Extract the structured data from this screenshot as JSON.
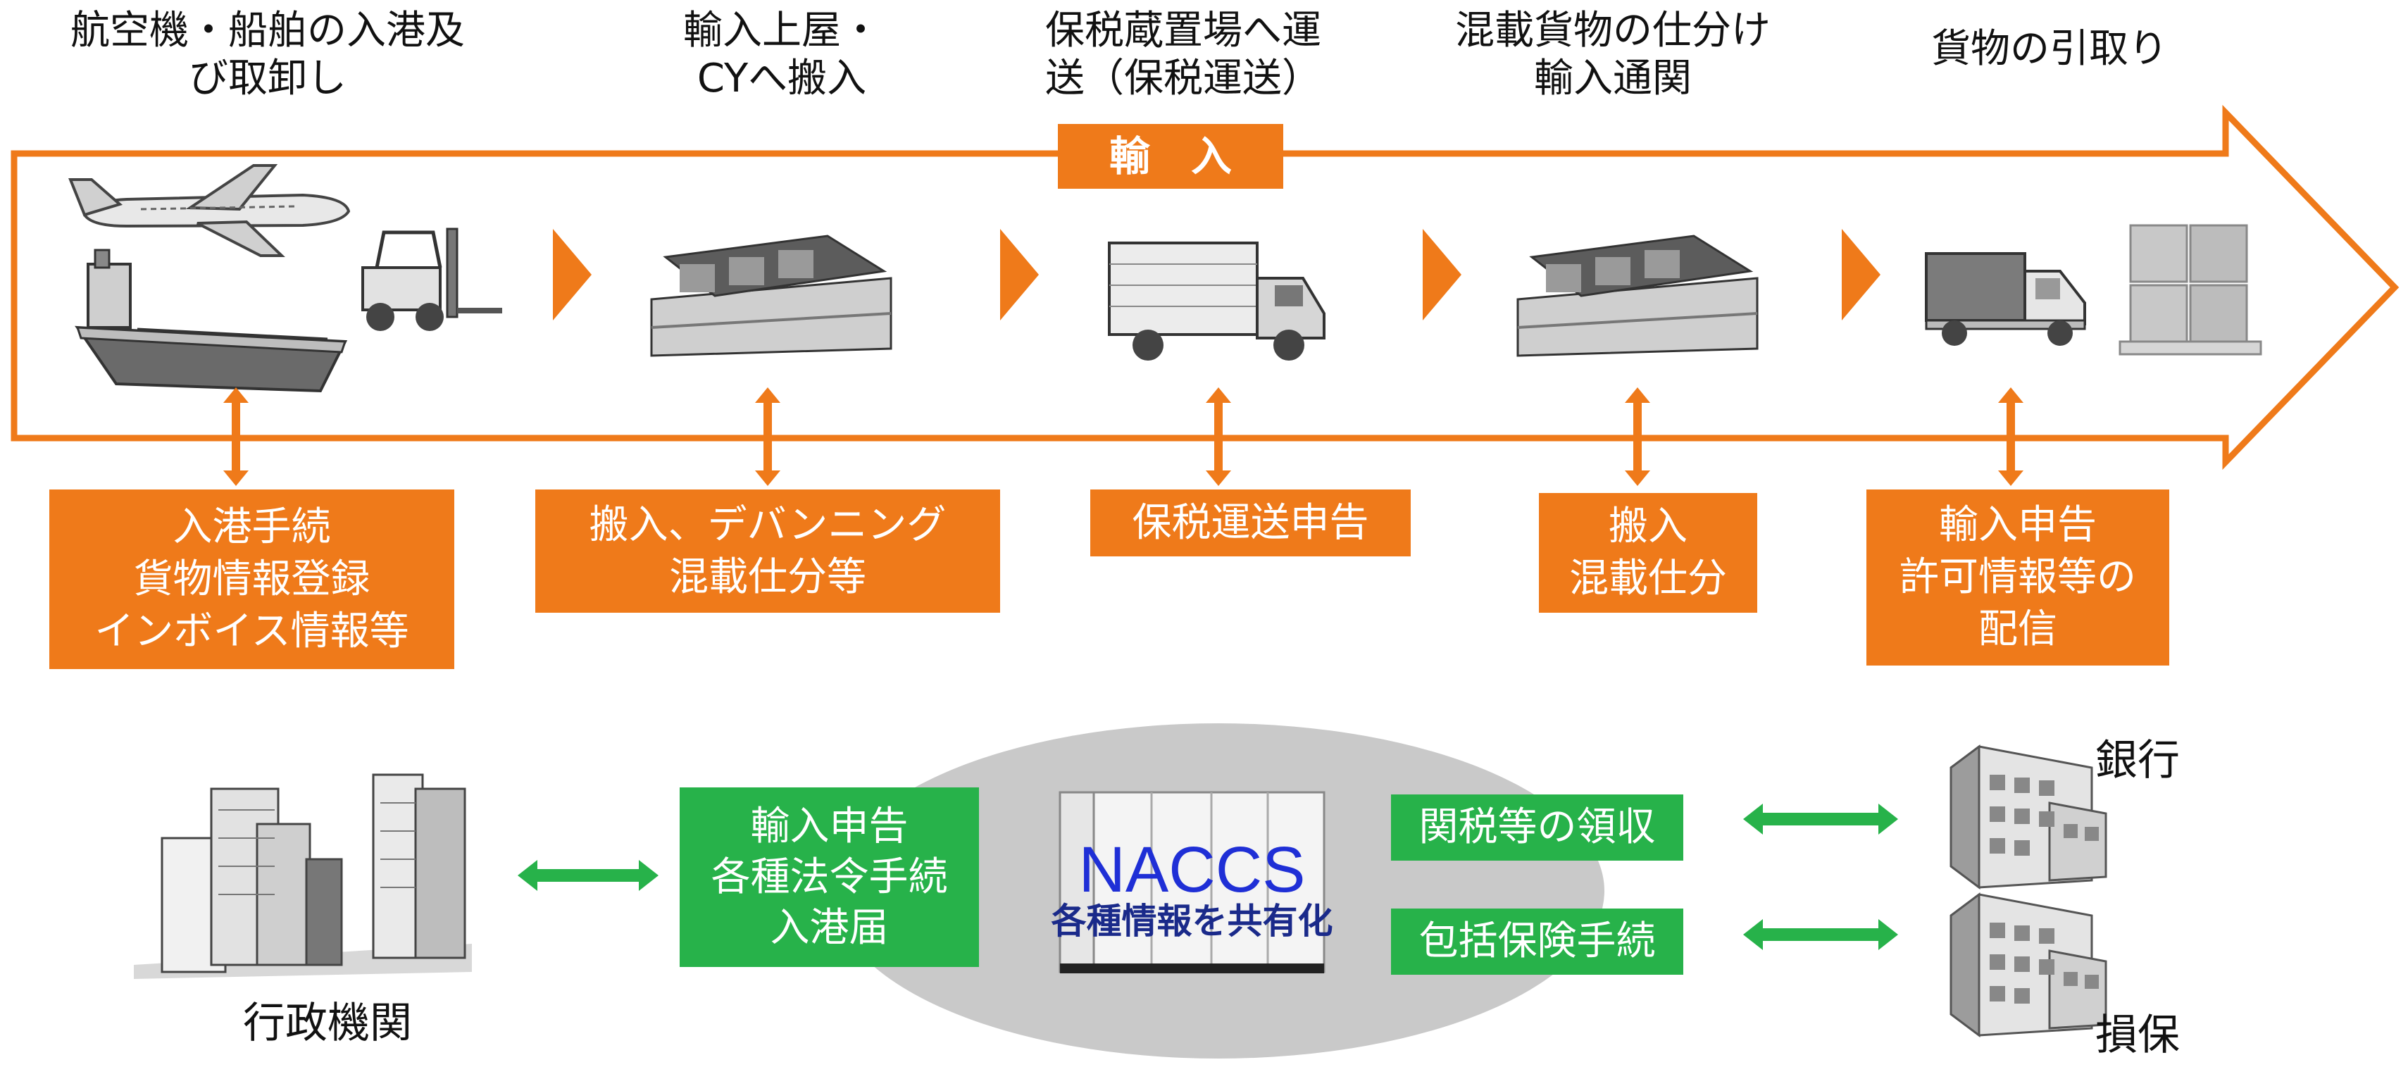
{
  "stages": [
    {
      "title_l1": "航空機・船舶の入港及",
      "title_l2": "び取卸し",
      "box_lines": [
        "入港手続",
        "貨物情報登録",
        "インボイス情報等"
      ]
    },
    {
      "title_l1": "輸入上屋・",
      "title_l2": "CYへ搬入",
      "box_lines": [
        "搬入、デバンニング",
        "混載仕分等"
      ]
    },
    {
      "title_l1": "保税蔵置場へ運",
      "title_l2": "送（保税運送）",
      "box_lines": [
        "保税運送申告"
      ]
    },
    {
      "title_l1": "混載貨物の仕分け",
      "title_l2": "輸入通関",
      "box_lines": [
        "搬入",
        "混載仕分"
      ]
    },
    {
      "title_l1": "貨物の引取り",
      "title_l2": "",
      "box_lines": [
        "輸入申告",
        "許可情報等の",
        "配信"
      ]
    }
  ],
  "arrow_label": "輸　入",
  "naccs": {
    "title": "NACCS",
    "subtitle": "各種情報を共有化",
    "left_box": [
      "輸入申告",
      "各種法令手続",
      "入港届"
    ],
    "right_boxes": [
      "関税等の領収",
      "包括保険手続"
    ]
  },
  "entities": {
    "government": "行政機関",
    "bank": "銀行",
    "insurance": "損保"
  },
  "colors": {
    "orange": "#ef7a1a",
    "green": "#27b24a",
    "naccs_blue": "#1f2fd6",
    "ellipse_gray": "#c9c9c9"
  },
  "icons": [
    "airplane-icon",
    "ship-icon",
    "forklift-icon",
    "warehouse-icon",
    "truck-icon",
    "pickup-truck-icon",
    "cargo-crates-icon",
    "office-buildings-icon",
    "naccs-server-icon",
    "bank-building-icon",
    "insurance-building-icon"
  ]
}
